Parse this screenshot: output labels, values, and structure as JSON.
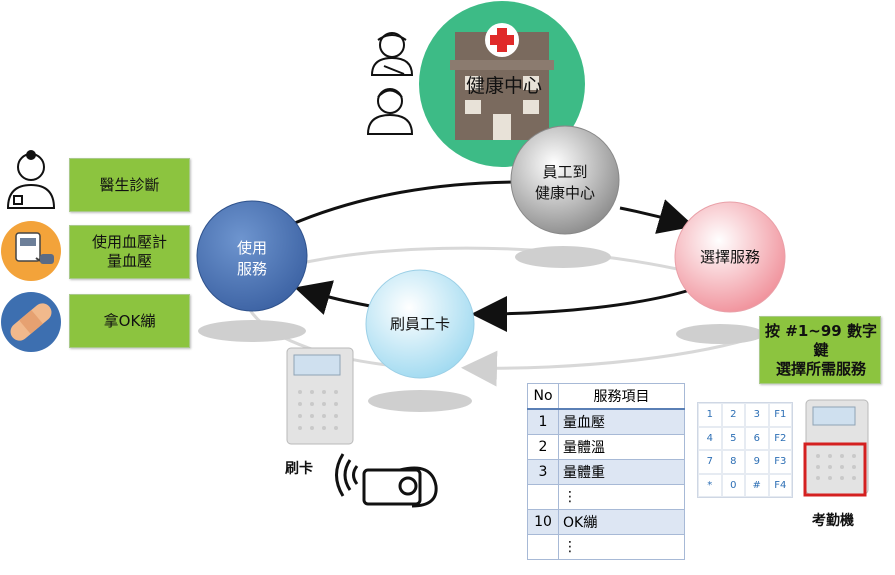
{
  "nodes": {
    "health_center": "健康中心",
    "arrive": "員工到\n健康中心",
    "select": "選擇服務",
    "swipe": "刷員工卡",
    "use": "使用\n服務"
  },
  "services_boxes": [
    {
      "label": "醫生診斷",
      "icon": "doctor-icon"
    },
    {
      "label": "使用血壓計\n量血壓",
      "icon": "blood-pressure-monitor-icon"
    },
    {
      "label": "拿OK繃",
      "icon": "bandage-icon"
    }
  ],
  "instruction_box": "按 #1~99 數字鍵\n選擇所需服務",
  "service_table": {
    "headers": [
      "No",
      "服務項目"
    ],
    "rows": [
      [
        "1",
        "量血壓"
      ],
      [
        "2",
        "量體溫"
      ],
      [
        "3",
        "量體重"
      ],
      [
        "",
        "⋮"
      ],
      [
        "10",
        "OK繃"
      ],
      [
        "",
        "⋮"
      ]
    ]
  },
  "keypad_keys": [
    "1",
    "2",
    "3",
    "F1",
    "4",
    "5",
    "6",
    "F2",
    "7",
    "8",
    "9",
    "F3",
    "*",
    "0",
    "#",
    "F4"
  ],
  "captions": {
    "swipe_card": "刷卡",
    "attendance_machine": "考勤機"
  },
  "colors": {
    "health_center": "#3dbb86",
    "select": "#f5a9b0",
    "swipe": "#bfe8f7",
    "use": "#4a73b3",
    "green_box": "#8cc43f"
  }
}
